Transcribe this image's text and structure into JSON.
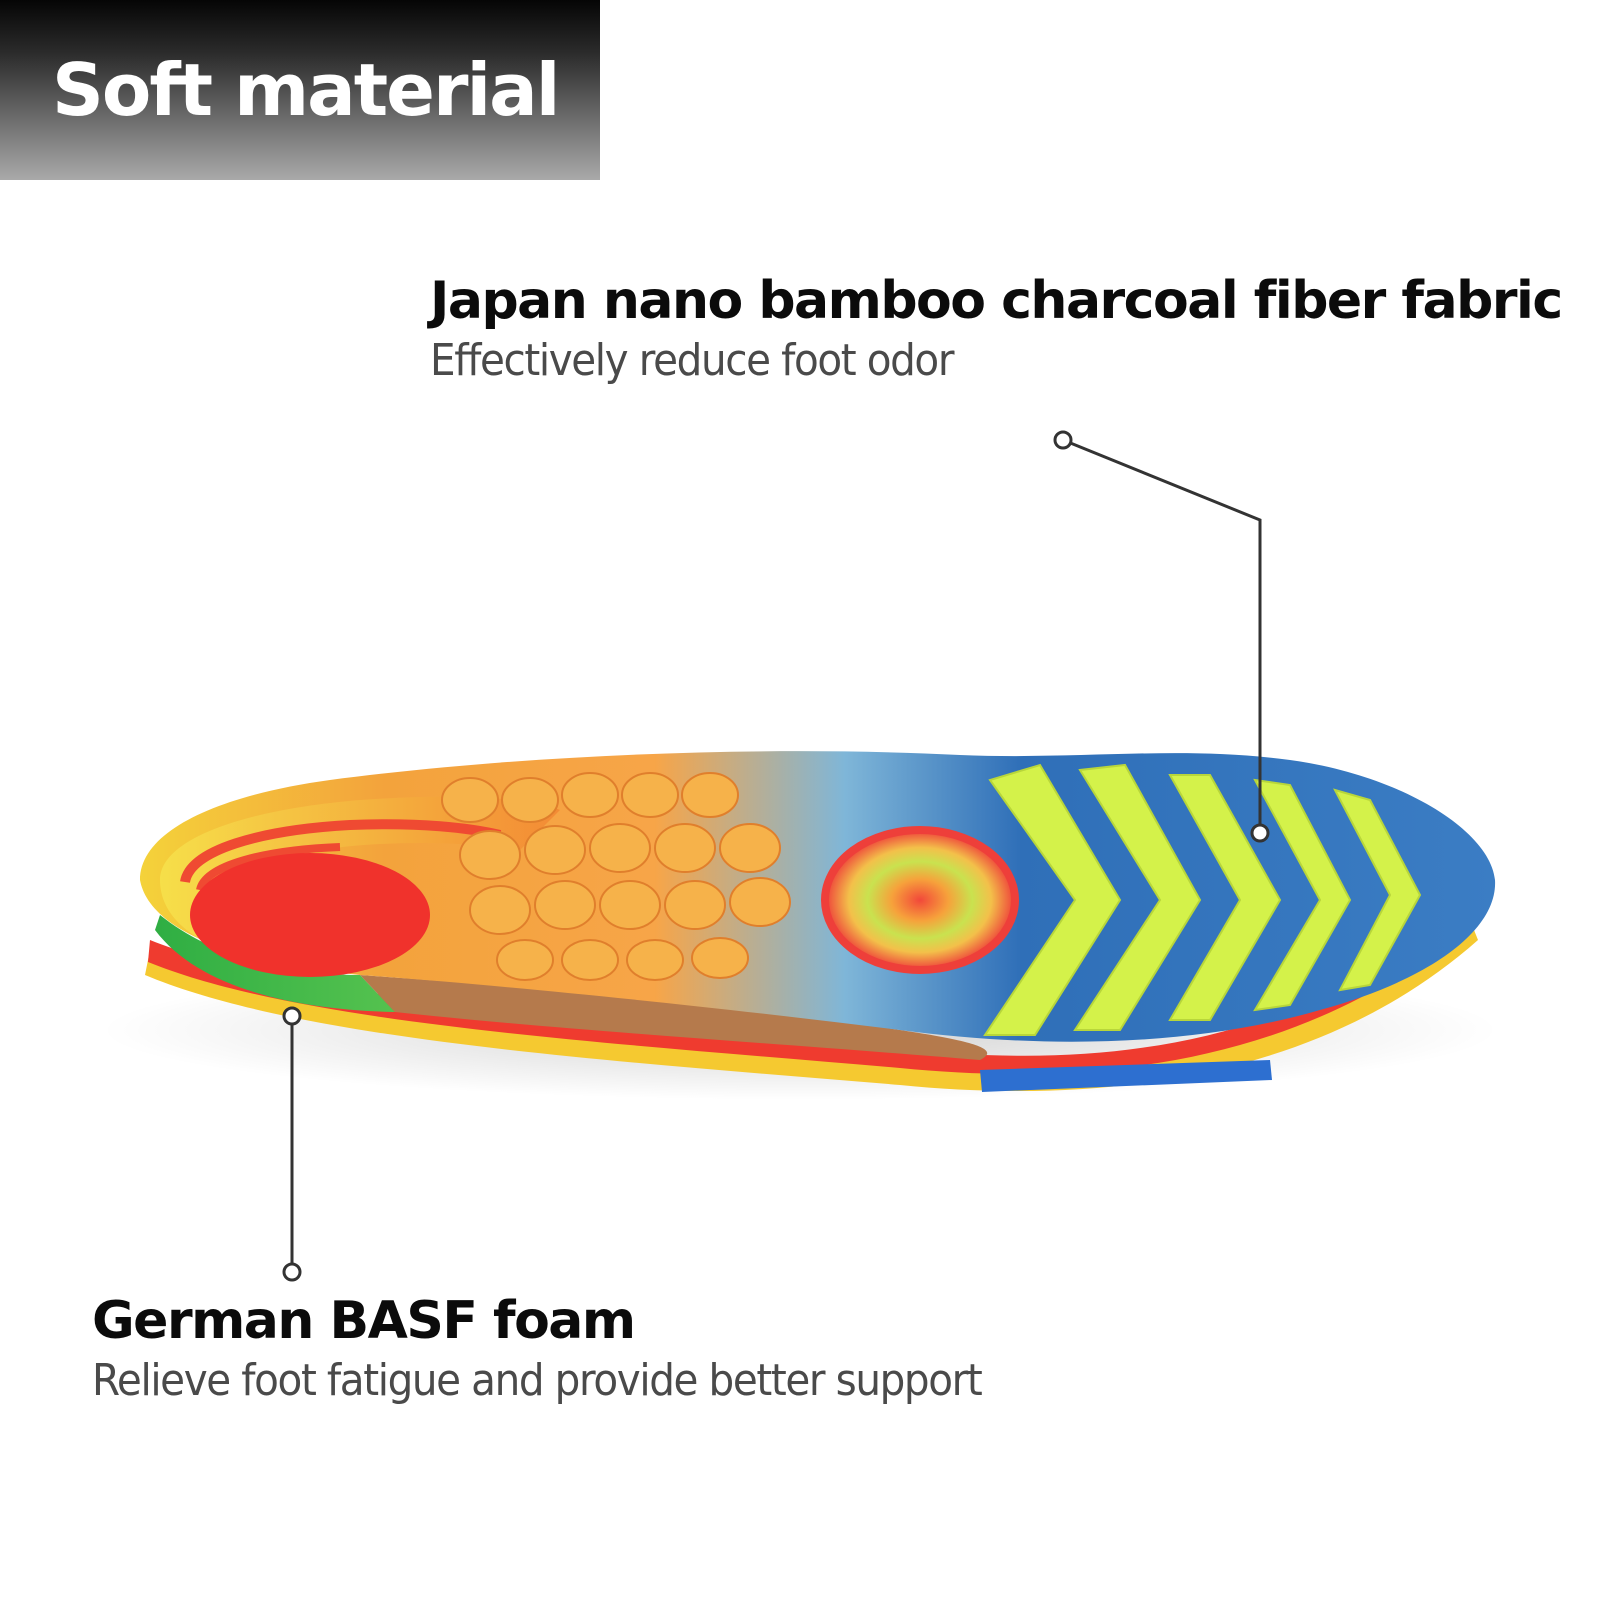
{
  "banner": {
    "title": "Soft material"
  },
  "callouts": [
    {
      "heading": "Japan nano bamboo charcoal fiber fabric",
      "subtext": "Effectively reduce foot odor"
    },
    {
      "heading": "German BASF foam",
      "subtext": "Relieve foot fatigue and provide better support"
    }
  ],
  "colors": {
    "banner_dark": "#050505",
    "banner_light": "#a9a9a9",
    "insole_red": "#f0322c",
    "insole_orange": "#f7903a",
    "insole_yellow": "#f4e24a",
    "insole_blue": "#2f6fb8",
    "insole_lime": "#d4f24a",
    "foam_green": "#39b54a",
    "leader_line": "#333333"
  }
}
